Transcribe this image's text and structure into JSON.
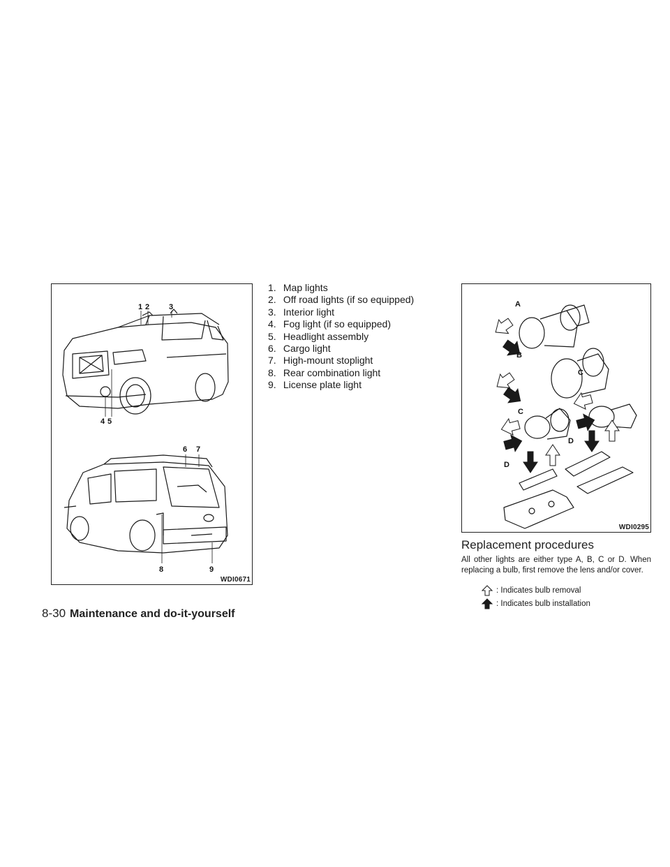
{
  "figure_left": {
    "code": "WDI0671",
    "callouts": [
      "1",
      "2",
      "3",
      "4",
      "5",
      "6",
      "7",
      "8",
      "9"
    ]
  },
  "legend": [
    {
      "num": "1.",
      "text": "Map lights"
    },
    {
      "num": "2.",
      "text": "Off road lights (if so equipped)"
    },
    {
      "num": "3.",
      "text": "Interior light"
    },
    {
      "num": "4.",
      "text": "Fog light (if so equipped)"
    },
    {
      "num": "5.",
      "text": "Headlight assembly"
    },
    {
      "num": "6.",
      "text": "Cargo light"
    },
    {
      "num": "7.",
      "text": "High-mount stoplight"
    },
    {
      "num": "8.",
      "text": "Rear combination light"
    },
    {
      "num": "9.",
      "text": "License plate light"
    }
  ],
  "figure_right": {
    "code": "WDI0295",
    "labels": [
      "A",
      "B",
      "C",
      "C",
      "D",
      "D"
    ]
  },
  "section": {
    "heading": "Replacement procedures",
    "body": "All other lights are either type A, B, C or D. When replacing a bulb, first remove the lens and/or cover.",
    "removal_text": ": Indicates bulb removal",
    "install_text": ": Indicates bulb installation"
  },
  "footer": {
    "page": "8-30",
    "title": "Maintenance and do-it-yourself"
  }
}
